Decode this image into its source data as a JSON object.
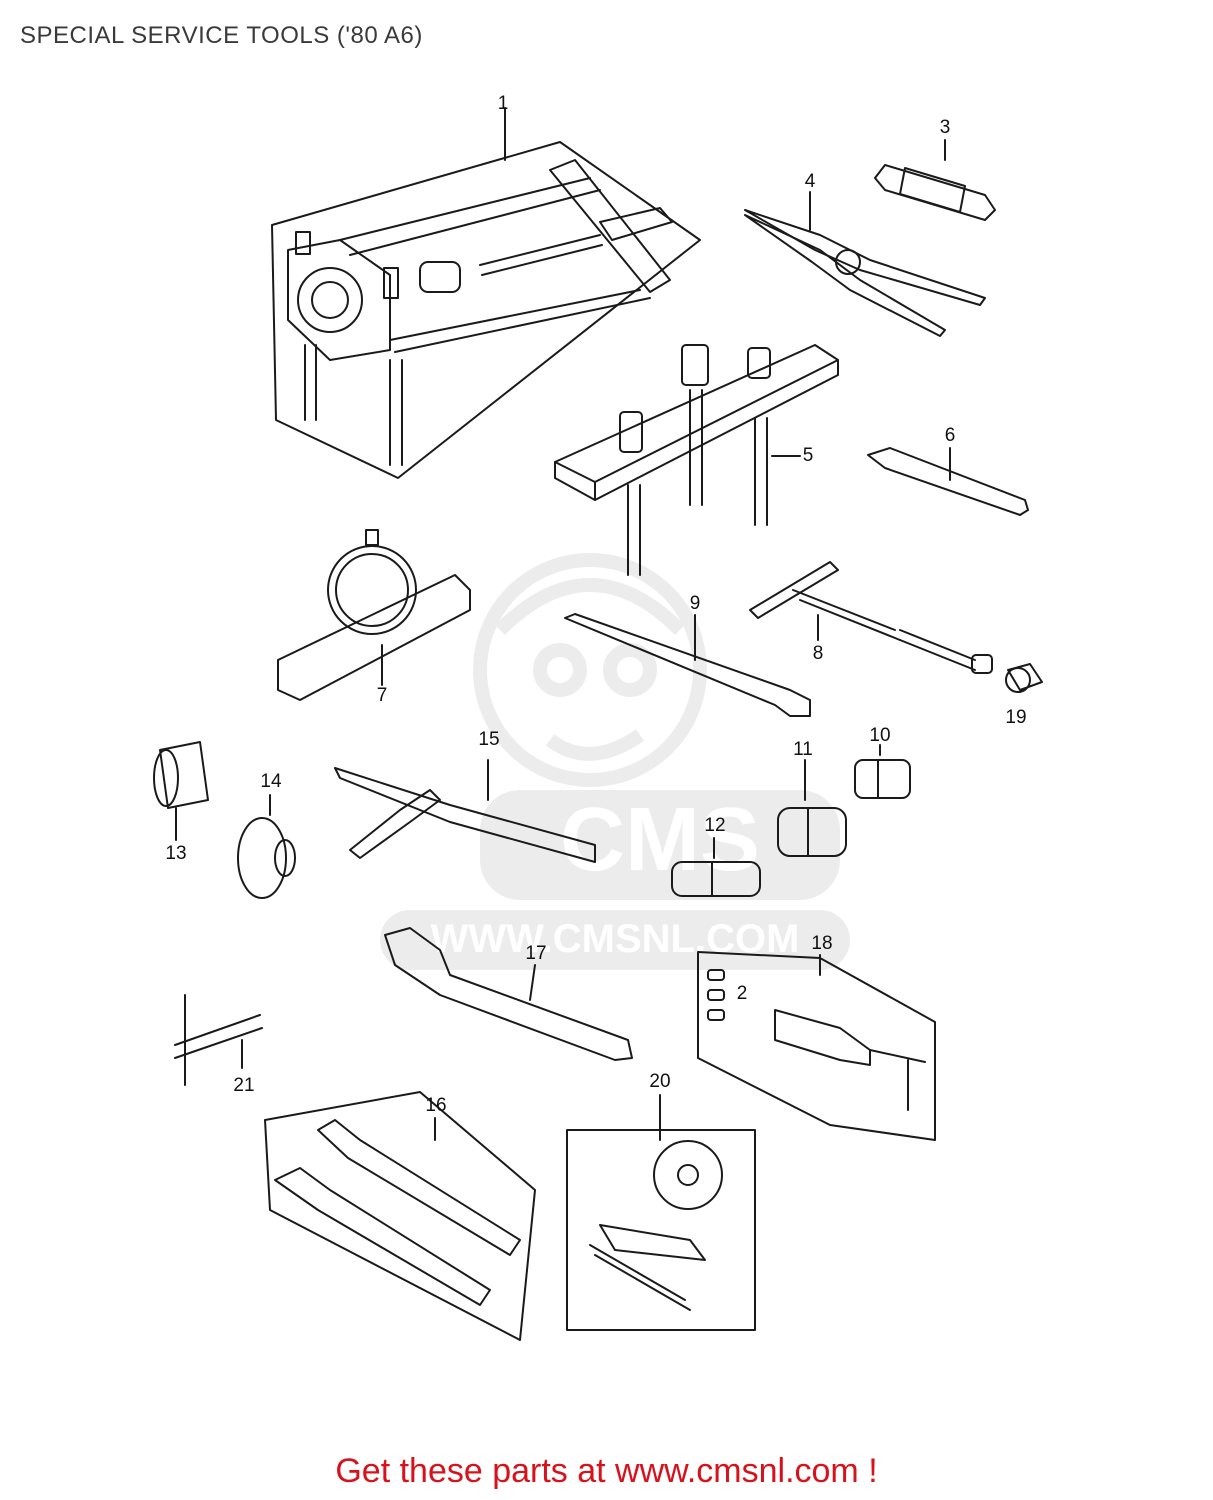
{
  "page": {
    "title": "SPECIAL SERVICE TOOLS ('80 A6)"
  },
  "callouts": [
    {
      "id": "1",
      "label": "1"
    },
    {
      "id": "2",
      "label": "2"
    },
    {
      "id": "3",
      "label": "3"
    },
    {
      "id": "4",
      "label": "4"
    },
    {
      "id": "5",
      "label": "5"
    },
    {
      "id": "6",
      "label": "6"
    },
    {
      "id": "7",
      "label": "7"
    },
    {
      "id": "8",
      "label": "8"
    },
    {
      "id": "9",
      "label": "9"
    },
    {
      "id": "10",
      "label": "10"
    },
    {
      "id": "11",
      "label": "11"
    },
    {
      "id": "12",
      "label": "12"
    },
    {
      "id": "13",
      "label": "13"
    },
    {
      "id": "14",
      "label": "14"
    },
    {
      "id": "15",
      "label": "15"
    },
    {
      "id": "16",
      "label": "16"
    },
    {
      "id": "17",
      "label": "17"
    },
    {
      "id": "18",
      "label": "18"
    },
    {
      "id": "19",
      "label": "19"
    },
    {
      "id": "20",
      "label": "20"
    },
    {
      "id": "21",
      "label": "21"
    }
  ],
  "watermark": {
    "brand": "CMS",
    "url": "WWW.CMSNL.COM"
  },
  "footer": {
    "link_text": "Get these parts at www.cmsnl.com !"
  },
  "colors": {
    "line": "#1a1a1a",
    "footer_link": "#d8121b",
    "title": "#3a3a3a",
    "watermark": "#9a9a9a"
  }
}
